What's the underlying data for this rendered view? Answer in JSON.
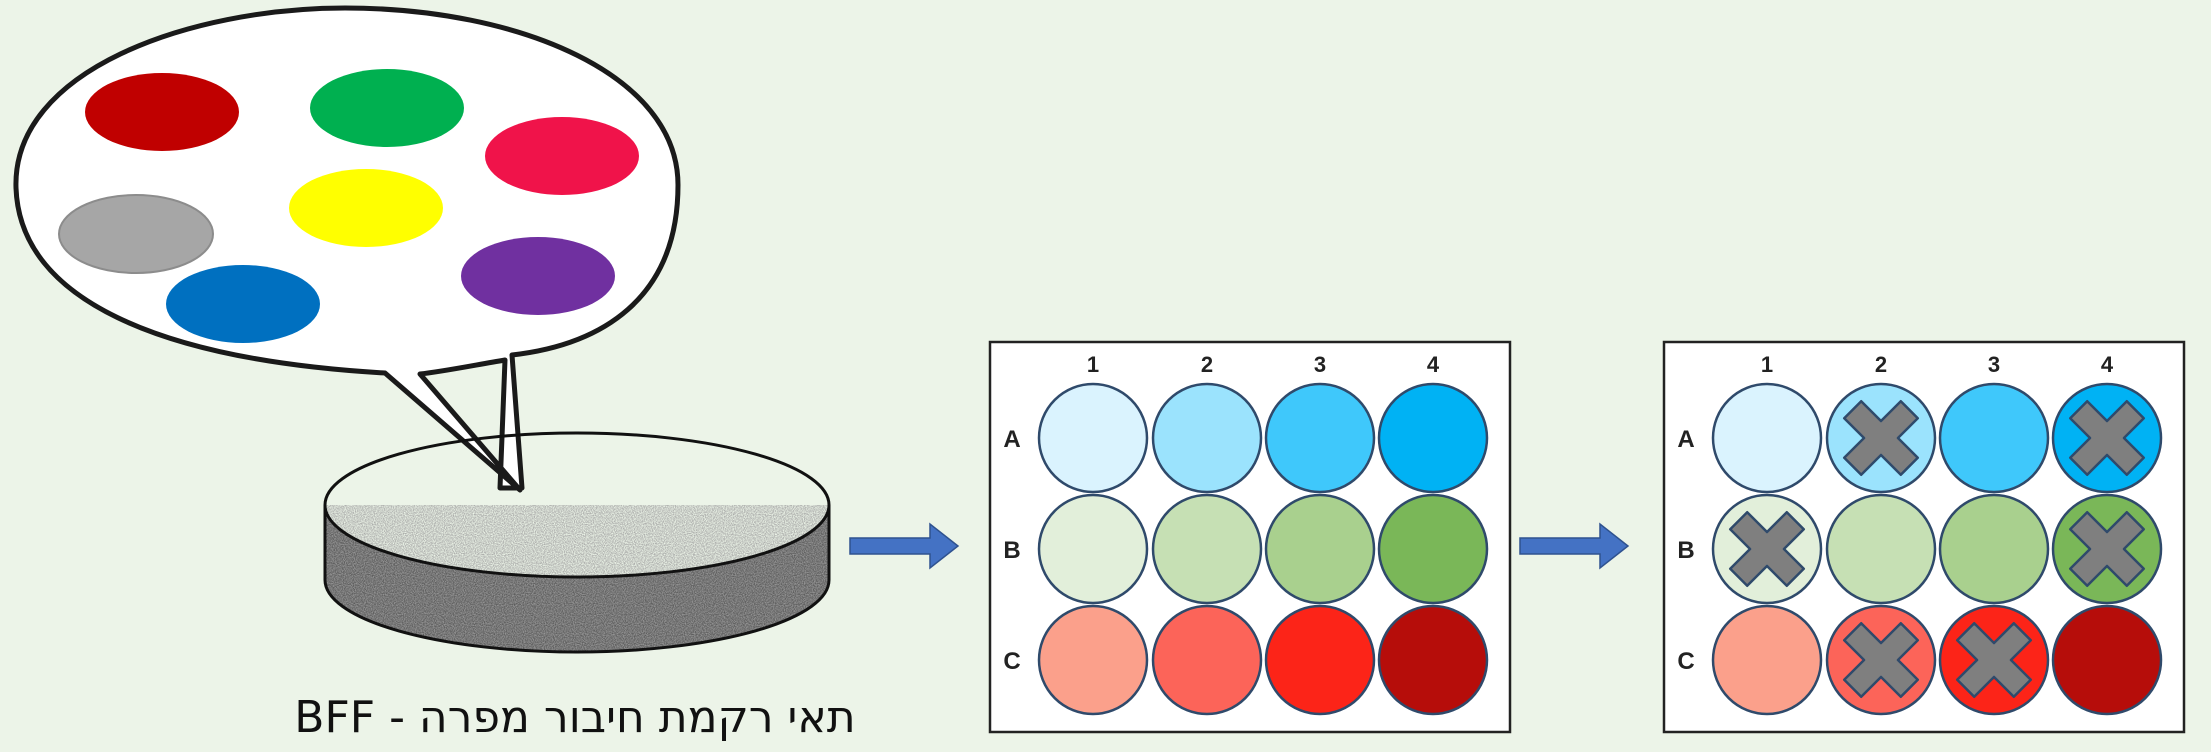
{
  "caption": "תאי רקמת חיבור מפרה  - BFF",
  "palette": {
    "bubble_dots": [
      "#c00000",
      "#00b050",
      "#f0134a",
      "#a6a6a6",
      "#ffff00",
      "#7030a0",
      "#0070c0"
    ],
    "arrow": "#4472c4"
  },
  "plates": [
    {
      "name": "plate-initial",
      "columns": [
        "1",
        "2",
        "3",
        "4"
      ],
      "rows": [
        {
          "label": "A",
          "wells": [
            {
              "color": "#daf3fe",
              "x": false
            },
            {
              "color": "#9be3fd",
              "x": false
            },
            {
              "color": "#3fc8fb",
              "x": false
            },
            {
              "color": "#00b2f4",
              "x": false
            }
          ]
        },
        {
          "label": "B",
          "wells": [
            {
              "color": "#e2efda",
              "x": false
            },
            {
              "color": "#c6e0b4",
              "x": false
            },
            {
              "color": "#a9d08e",
              "x": false
            },
            {
              "color": "#7ab758",
              "x": false
            }
          ]
        },
        {
          "label": "C",
          "wells": [
            {
              "color": "#fba08b",
              "x": false
            },
            {
              "color": "#fc6459",
              "x": false
            },
            {
              "color": "#fc2418",
              "x": false
            },
            {
              "color": "#b60d0a",
              "x": false
            }
          ]
        }
      ]
    },
    {
      "name": "plate-selected",
      "columns": [
        "1",
        "2",
        "3",
        "4"
      ],
      "rows": [
        {
          "label": "A",
          "wells": [
            {
              "color": "#daf3fe",
              "x": false
            },
            {
              "color": "#9be3fd",
              "x": true
            },
            {
              "color": "#3fc8fb",
              "x": false
            },
            {
              "color": "#00b2f4",
              "x": true
            }
          ]
        },
        {
          "label": "B",
          "wells": [
            {
              "color": "#e2efda",
              "x": true
            },
            {
              "color": "#c6e0b4",
              "x": false
            },
            {
              "color": "#a9d08e",
              "x": false
            },
            {
              "color": "#7ab758",
              "x": true
            }
          ]
        },
        {
          "label": "C",
          "wells": [
            {
              "color": "#fba08b",
              "x": false
            },
            {
              "color": "#fc6459",
              "x": true
            },
            {
              "color": "#fc2418",
              "x": true
            },
            {
              "color": "#b60d0a",
              "x": false
            }
          ]
        }
      ]
    }
  ]
}
